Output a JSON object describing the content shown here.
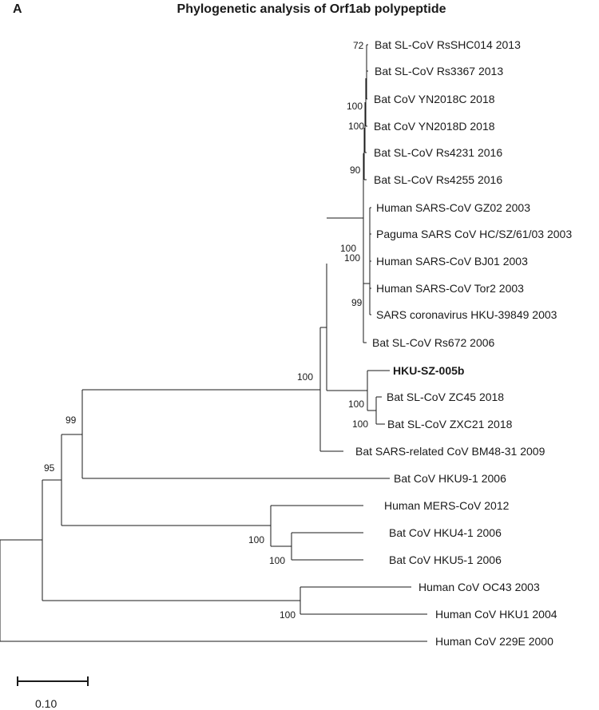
{
  "figure": {
    "panel_label": "A",
    "title": "Phylogenetic analysis of Orf1ab polypeptide",
    "scale_bar_label": "0.10",
    "highlight_color": "#d7282f",
    "line_color": "#1a1a1a"
  },
  "taxa": [
    {
      "label": "Bat SL-CoV RsSHC014 2013"
    },
    {
      "label": "Bat SL-CoV Rs3367 2013"
    },
    {
      "label": "Bat CoV YN2018C 2018"
    },
    {
      "label": "Bat CoV YN2018D 2018"
    },
    {
      "label": "Bat SL-CoV Rs4231 2016"
    },
    {
      "label": "Bat SL-CoV Rs4255 2016"
    },
    {
      "label": "Human SARS-CoV GZ02 2003"
    },
    {
      "label": "Paguma SARS CoV HC/SZ/61/03 2003"
    },
    {
      "label": "Human SARS-CoV BJ01 2003"
    },
    {
      "label": "Human SARS-CoV Tor2 2003"
    },
    {
      "label": "SARS coronavirus HKU-39849 2003"
    },
    {
      "label": "Bat SL-CoV Rs672 2006"
    },
    {
      "label": "HKU-SZ-005b",
      "highlight": true
    },
    {
      "label": "Bat SL-CoV ZC45 2018"
    },
    {
      "label": "Bat SL-CoV ZXC21 2018"
    },
    {
      "label": "Bat SARS-related CoV BM48-31 2009"
    },
    {
      "label": "Bat CoV HKU9-1 2006"
    },
    {
      "label": "Human MERS-CoV 2012"
    },
    {
      "label": "Bat CoV HKU4-1 2006"
    },
    {
      "label": "Bat CoV HKU5-1 2006"
    },
    {
      "label": "Human CoV OC43 2003"
    },
    {
      "label": "Human CoV HKU1 2004"
    },
    {
      "label": "Human CoV 229E 2000"
    }
  ],
  "bootstrap": [
    "72",
    "100",
    "100",
    "90",
    "100",
    "100",
    "99",
    "100",
    "100",
    "100",
    "99",
    "95",
    "100",
    "100",
    "100"
  ]
}
